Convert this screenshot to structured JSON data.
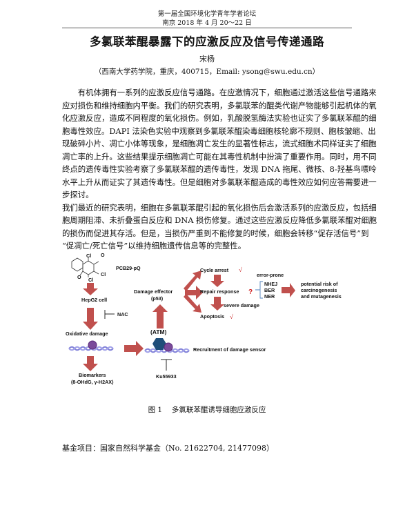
{
  "header": {
    "conference": "第一届全国环境化学青年学者论坛",
    "place_date": "南京 2018 年 4 月 20～22 日"
  },
  "title": "多氯联苯醌暴露下的应激反应及信号传递通路",
  "author": "宋杨",
  "affiliation": "（西南大学药学院，重庆，400715，Email: ysong@swu.edu.cn）",
  "body": {
    "p1": [
      "　　有机体拥有一系列的应激反应信号通路。在应激情况下，细胞通过激活这些信号通路来",
      "应对损伤和维持细胞内平衡。我们的研究表明，多氯联苯的醌类代谢产物能够引起机体的氧",
      "化应激反应，造成不同程度的氧化损伤。例如，乳酸脱氢酶法实验也证实了多氯联苯醌的细",
      "胞毒性效应。DAPI 法染色实验中观察到多氯联苯醌染毒细胞核轮廓不规则、胞核皱缩、出",
      "现破碎小片、凋亡小体等现象，是细胞凋亡发生的显著性标志，流式细胞术同样证实了细胞",
      "凋亡率的上升。这些结果提示细胞凋亡可能在其毒性机制中扮演了重要作用。同时，用不同",
      "终点的遗传毒性实验考察了多氯联苯醌的遗传毒性，发现 DNA 拖尾、微核、8-羟基鸟嘌呤",
      "水平上升从而证实了其遗传毒性。但是细胞对多氯联苯醌造成的毒性效应如何应答需要进一",
      "步探讨。"
    ],
    "p2": [
      "我们最近的研究表明，细胞在多氯联苯醌引起的氧化损伤后会激活系列的应激反应，包括细",
      "胞周期阻滞、未折叠蛋白反应和 DNA 损伤修复。通过这些应激反应降低多氯联苯醌对细胞",
      "的损伤而促进其存活。但是，当损伤严重到不能修复的时候，细胞会转移“促存活信号”到",
      "“促凋亡/死亡信号”以维持细胞遗传信息等的完整性。"
    ]
  },
  "figure": {
    "compound": "PCB29-pQ",
    "cl": "Cl",
    "o": "O",
    "hepg2": "HepG2 cell",
    "nac": "NAC",
    "oxidative": "Oxidative damage",
    "biomarkers": "Biomarkers",
    "biomarkers_detail": "(8-OHdG, γ-H2AX)",
    "atm": "(ATM)",
    "recruitment": "Recruitment of damage sensor",
    "ku": "Ku55933",
    "effector": "Damage effector",
    "p53": "(p53)",
    "cycle": "Cycle arrest",
    "repair": "Repair response",
    "apoptosis": "Apoptosis",
    "check": "√",
    "question": "?",
    "severe": "severe damage",
    "error_prone": "error-prone",
    "nhej": "NHEJ",
    "ber": "BER",
    "ner": "NER",
    "risk1": "potential risk of",
    "risk2": "carcinogenesis",
    "risk3": "and mutagenesis",
    "colors": {
      "arrow": "#c0504d",
      "dna": "#8080d8",
      "protein": "#7a4a9a",
      "atm": "#1f4e79",
      "bracket": "#4f81bd",
      "check": "#d04040"
    }
  },
  "caption": "图 1　 多氯联苯醌诱导细胞应激反应",
  "funding": "基金项目：国家自然科学基金（No. 21622704, 21477098）"
}
